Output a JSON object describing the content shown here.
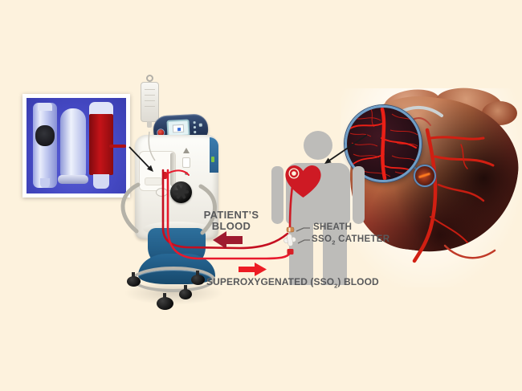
{
  "scene": {
    "background_color": "#fdf2dd"
  },
  "labels": {
    "patients_blood": {
      "line1": "PATIENT’S",
      "line2": "BLOOD"
    },
    "sheath": "SHEATH",
    "sso2_catheter": {
      "pre": "SSO",
      "sub": "2",
      "post": " CATHETER"
    },
    "superoxygenated_blood": {
      "pre": "SUPEROXYGENATED (SSO",
      "sub": "2",
      "post": ") BLOOD"
    }
  },
  "colors": {
    "background": "#fdf2dd",
    "label_text": "#58595b",
    "patients_blood_arrow": "#9e1b2f",
    "superoxygenated_arrow": "#ed1c24",
    "blood_tube_dark_red": "#c50f20",
    "blood_tube_bright_red": "#e8192c",
    "inset_background_blue": "#4a4fc9",
    "patient_silhouette_gray": "#bdbcb9",
    "heart_icon_red": "#ce1a24",
    "console_head_blue": "#26395c",
    "console_base_blue": "#215e88",
    "magnifier_ring_blue": "#5d8cbb"
  },
  "icons": {
    "heart_icon": "♥",
    "patients_blood_arrow_icon": "◀",
    "superoxygenated_arrow_icon": "▶"
  }
}
